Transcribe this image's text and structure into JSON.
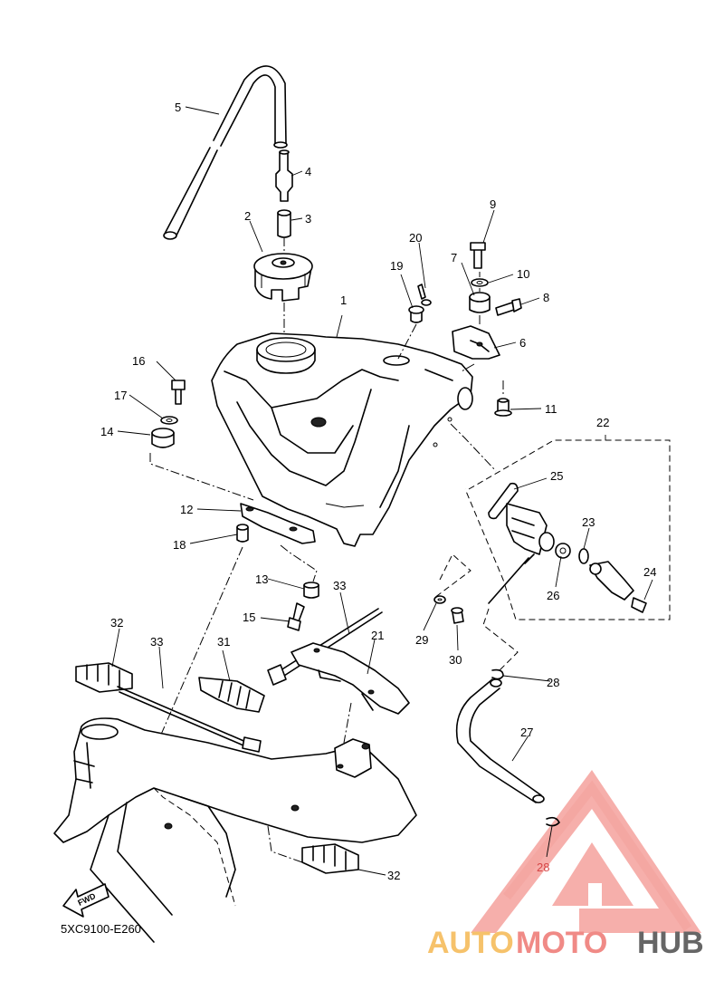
{
  "diagram_code": "5XC9100-E260",
  "fwd_label": "FWD",
  "watermark": {
    "part1": "AUTO",
    "part2": "MOTO",
    "part3": "HUB",
    "color_auto": "#f6c26b",
    "color_moto": "#f08a86",
    "color_hub": "#666666",
    "triangle_color": "#f4a19c"
  },
  "callouts": {
    "c1": "1",
    "c2": "2",
    "c3": "3",
    "c4": "4",
    "c5": "5",
    "c6": "6",
    "c7": "7",
    "c8": "8",
    "c9": "9",
    "c10": "10",
    "c11": "11",
    "c12": "12",
    "c13": "13",
    "c14": "14",
    "c15": "15",
    "c16": "16",
    "c17": "17",
    "c18": "18",
    "c19": "19",
    "c20": "20",
    "c21": "21",
    "c22": "22",
    "c23": "23",
    "c24": "24",
    "c25": "25",
    "c26": "26",
    "c27": "27",
    "c28a": "28",
    "c28b": "28",
    "c29": "29",
    "c30": "30",
    "c31": "31",
    "c32a": "32",
    "c32b": "32",
    "c33a": "33",
    "c33b": "33"
  }
}
